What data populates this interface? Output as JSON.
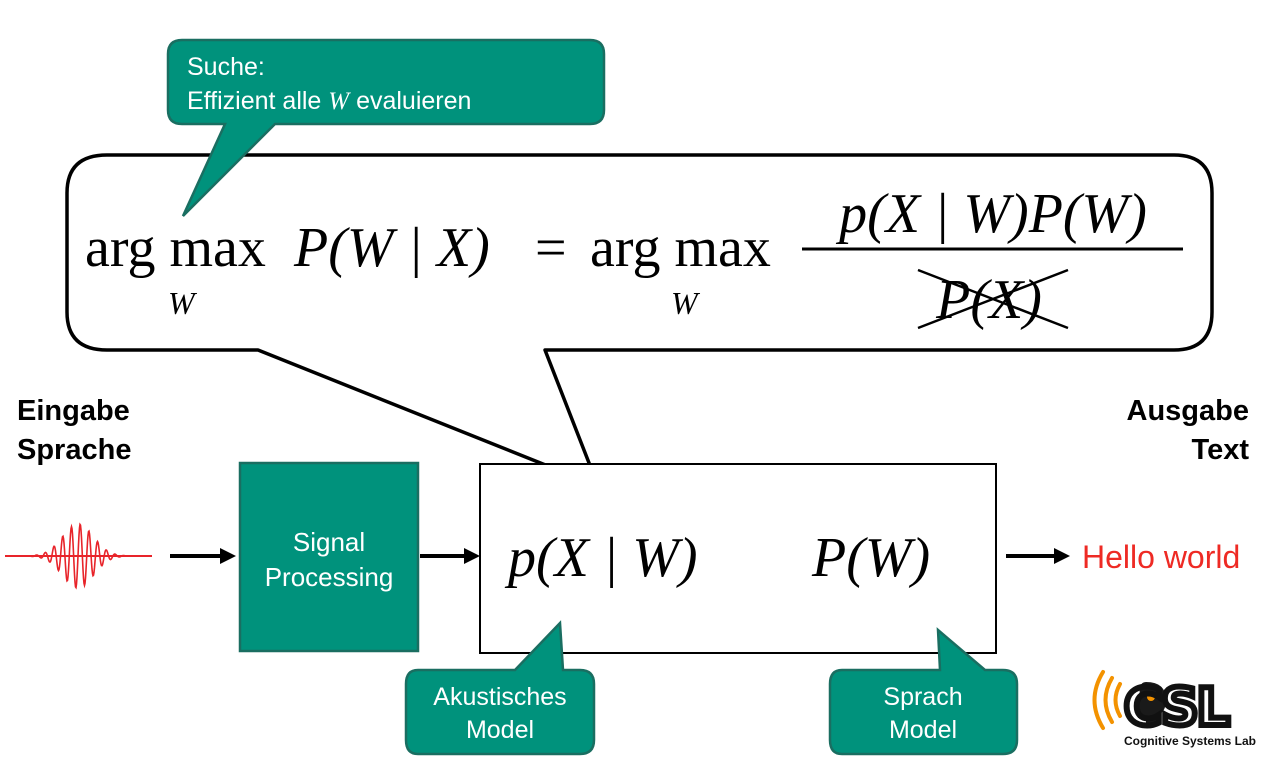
{
  "search_callout": {
    "line1": "Suche:",
    "line2_pre": "Effizient alle ",
    "line2_var": "W",
    "line2_post": " evaluieren"
  },
  "formula": {
    "argmax": "arg max",
    "sub_var": "W",
    "lhs_prob": "P(W | X)",
    "equals": "=",
    "numerator": "p(X | W)P(W)",
    "denominator": "P(X)"
  },
  "input_label": {
    "line1": "Eingabe",
    "line2": "Sprache"
  },
  "output_label": {
    "line1": "Ausgabe",
    "line2": "Text"
  },
  "signal_box": {
    "line1": "Signal",
    "line2": "Processing"
  },
  "model_box": {
    "acoustic_term": "p(X | W)",
    "language_term": "P(W)"
  },
  "output_text": "Hello world",
  "acoustic_callout": {
    "line1": "Akustisches",
    "line2": "Model"
  },
  "language_callout": {
    "line1": "Sprach",
    "line2": "Model"
  },
  "logo": {
    "letters": "CSL",
    "caption": "Cognitive Systems Lab"
  },
  "colors": {
    "teal": "#00927c",
    "teal_border": "#1a6e61",
    "output_red": "#ee2a24",
    "waveform_red": "#e8242a",
    "logo_orange": "#f39200"
  }
}
